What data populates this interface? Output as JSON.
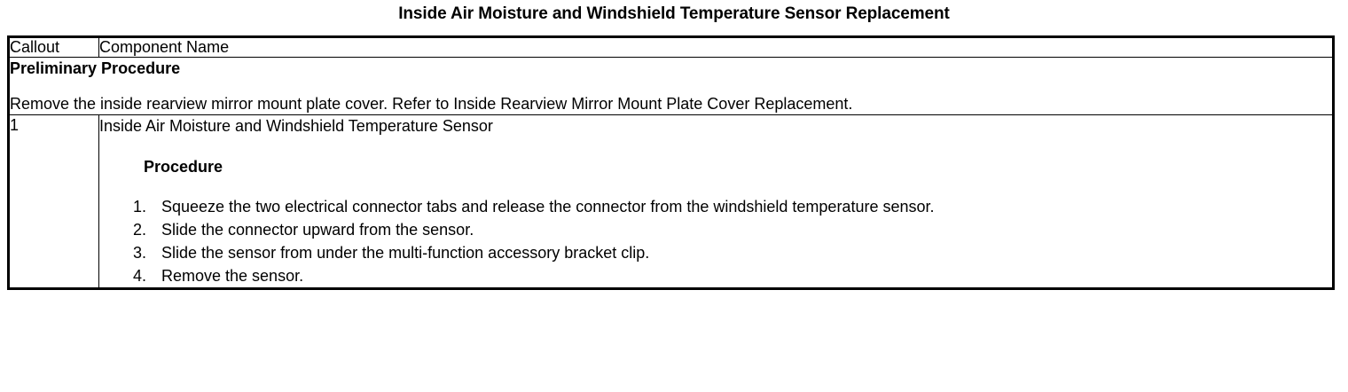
{
  "document": {
    "title": "Inside Air Moisture and Windshield Temperature Sensor Replacement"
  },
  "table": {
    "headers": {
      "callout": "Callout",
      "component_name": "Component Name"
    },
    "preliminary": {
      "heading": "Preliminary Procedure",
      "text": "Remove the inside rearview mirror mount plate cover. Refer to Inside Rearview Mirror Mount Plate Cover Replacement."
    },
    "rows": [
      {
        "callout": "1",
        "component_name": "Inside Air Moisture and Windshield Temperature Sensor",
        "procedure_heading": "Procedure",
        "steps": [
          "Squeeze the two electrical connector tabs and release the connector from the windshield temperature sensor.",
          "Slide the connector upward from the sensor.",
          "Slide the sensor from under the multi-function accessory bracket clip.",
          "Remove the sensor."
        ]
      }
    ]
  },
  "colors": {
    "text": "#000000",
    "background": "#ffffff",
    "border": "#000000"
  }
}
